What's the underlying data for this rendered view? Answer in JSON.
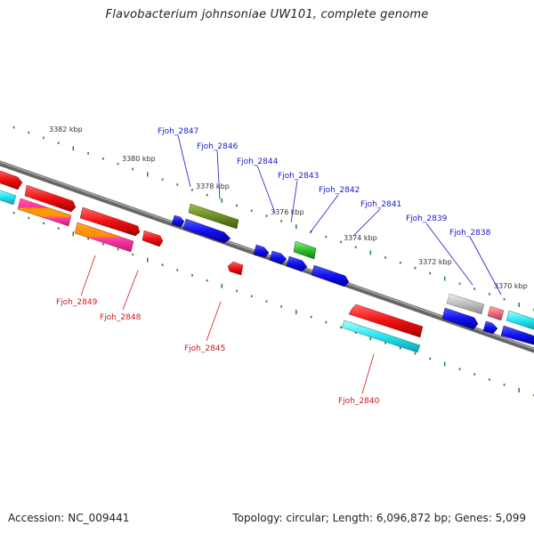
{
  "title": "Flavobacterium johnsoniae UW101, complete genome",
  "footer": {
    "accession": "Accession: NC_009441",
    "topology": "Topology: circular; Length: 6,096,872 bp; Genes: 5,099"
  },
  "scale_labels": [
    "3382 kbp",
    "3380 kbp",
    "3378 kbp",
    "3376 kbp",
    "3374 kbp",
    "3372 kbp",
    "3370 kbp"
  ],
  "colors": {
    "backbone": "#7a7a7a",
    "tick": "#2e8b2e",
    "forward_label": "#1a1acc",
    "reverse_label": "#cc1a1a"
  },
  "gene_labels_forward": [
    "Fjoh_2847",
    "Fjoh_2846",
    "Fjoh_2844",
    "Fjoh_2843",
    "Fjoh_2842",
    "Fjoh_2841",
    "Fjoh_2839",
    "Fjoh_2838"
  ],
  "gene_labels_reverse": [
    "Fjoh_2849",
    "Fjoh_2848",
    "Fjoh_2845",
    "Fjoh_2840"
  ]
}
